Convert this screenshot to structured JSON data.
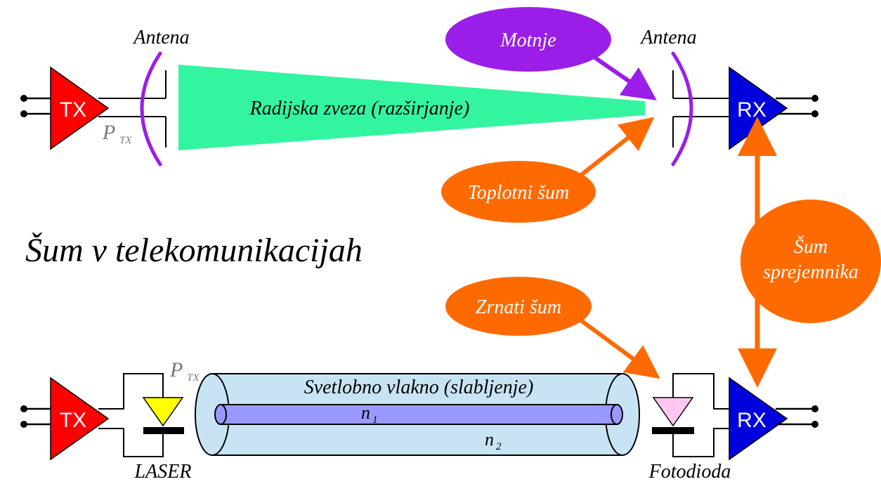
{
  "title": "Šum v telekomunikacijah",
  "radio": {
    "tx_label": "TX",
    "rx_label": "RX",
    "antenna_tx_label": "Antena",
    "antenna_rx_label": "Antena",
    "power_symbol": "P",
    "power_subscript": "TX",
    "channel_label": "Radijska zveza (razširjanje)",
    "interference_label": "Motnje",
    "thermal_noise_label": "Toplotni šum"
  },
  "optical": {
    "tx_label": "TX",
    "rx_label": "RX",
    "laser_label": "LASER",
    "photodiode_label": "Fotodioda",
    "power_symbol": "P",
    "power_subscript": "TX",
    "fiber_label": "Svetlobno vlakno (slabljenje)",
    "core_index_symbol": "n",
    "core_index_subscript": "1",
    "cladding_index_symbol": "n",
    "cladding_index_subscript": "2",
    "shot_noise_label": "Zrnati šum"
  },
  "receiver_noise": {
    "line1": "Šum",
    "line2": "sprejemnika"
  },
  "colors": {
    "amplifier_tx": "#ff0000",
    "amplifier_rx": "#0000dd",
    "antenna": "#9b1ee8",
    "interference": "#9b1ee8",
    "noise": "#ff6a00",
    "radio_beam": "#33f5a0",
    "fiber_cladding": "#c8e4f4",
    "fiber_core": "#9999ff",
    "laser": "#ffff00",
    "photodiode": "#ffc8f0"
  }
}
